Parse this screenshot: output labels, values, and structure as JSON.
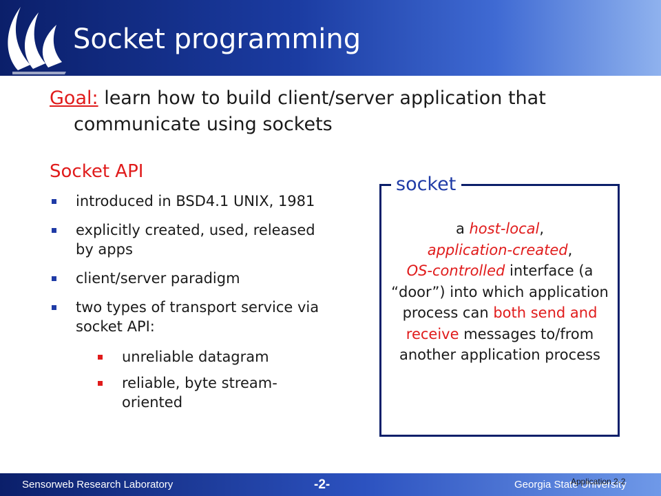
{
  "slide": {
    "title": "Socket programming",
    "goal": {
      "label": "Goal:",
      "line1": "learn how to build client/server application that",
      "line2": "communicate using sockets"
    },
    "api": {
      "heading": "Socket API",
      "bullets": [
        "introduced in BSD4.1 UNIX, 1981",
        "explicitly created, used, released by apps",
        "client/server paradigm",
        "two types of transport service via socket API:"
      ],
      "sub_bullets": [
        "unreliable datagram",
        "reliable, byte stream-oriented"
      ]
    },
    "socket_box": {
      "label": "socket",
      "t1": "a ",
      "t2": "host-local",
      "t3": ",",
      "t4": "application-created",
      "t5": ",",
      "t6": "OS-controlled",
      "t7": " interface (a “door”) into which application process can ",
      "t8": "both send and receive",
      "t9": " messages to/from another application process"
    },
    "footer": {
      "left": "Sensorweb Research Laboratory",
      "page": "-2-",
      "right": "Georgia State University",
      "slide_number": "Application 2-2"
    },
    "colors": {
      "header_dark": "#0b1f6a",
      "header_light": "#8fb2ee",
      "accent_red": "#e01b1b",
      "accent_blue": "#1f3ba6"
    },
    "icons": [
      "flame-logo-icon",
      "square-bullet-icon"
    ]
  }
}
